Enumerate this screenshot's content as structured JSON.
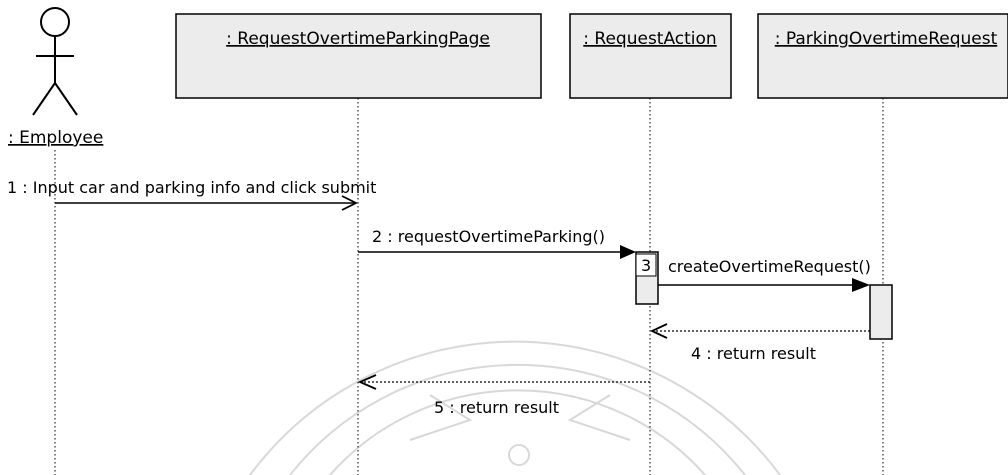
{
  "actor": {
    "label": ": Employee"
  },
  "lifelines": [
    {
      "id": "page",
      "label": ": RequestOvertimeParkingPage"
    },
    {
      "id": "action",
      "label": ": RequestAction"
    },
    {
      "id": "request",
      "label": ": ParkingOvertimeRequest"
    }
  ],
  "messages": [
    {
      "id": "m1",
      "label": "1 : Input car and parking info and click submit",
      "kind": "sync-open"
    },
    {
      "id": "m2",
      "label": "2 : requestOvertimeParking()",
      "kind": "sync"
    },
    {
      "id": "m3",
      "number": "3",
      "label": "createOvertimeRequest()",
      "kind": "sync"
    },
    {
      "id": "m4",
      "label": "4 : return result",
      "kind": "return"
    },
    {
      "id": "m5",
      "label": "5 : return result",
      "kind": "return"
    }
  ]
}
